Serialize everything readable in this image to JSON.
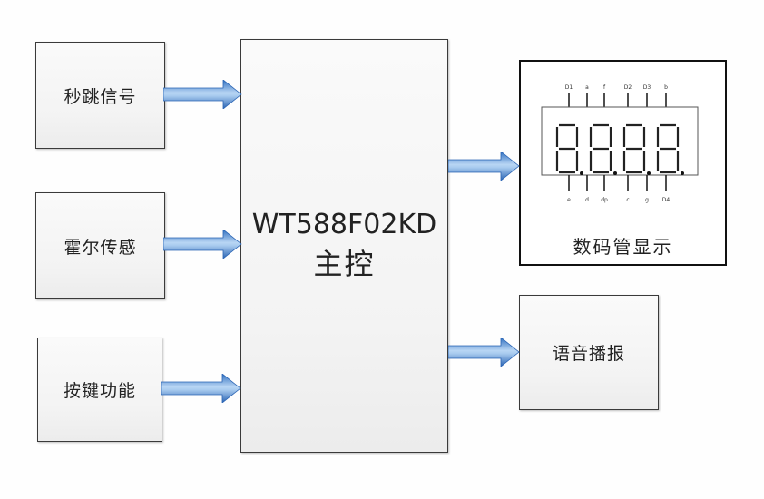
{
  "inputs": [
    {
      "label": "秒跳信号"
    },
    {
      "label": "霍尔传感"
    },
    {
      "label": "按键功能"
    }
  ],
  "controller": {
    "model": "WT588F02KD",
    "role": "主控"
  },
  "outputs": {
    "display": {
      "label": "数码管显示",
      "digits": "8.8.8.8.",
      "top_pins": [
        "D1",
        "a",
        "f",
        "D2",
        "D3",
        "b"
      ],
      "bottom_pins": [
        "e",
        "d",
        "dp",
        "c",
        "g",
        "D4"
      ]
    },
    "voice": {
      "label": "语音播报"
    }
  },
  "colors": {
    "arrow": "#3a7fd0",
    "arrow_light": "#d4e6f9",
    "border": "#3a3a3a"
  }
}
